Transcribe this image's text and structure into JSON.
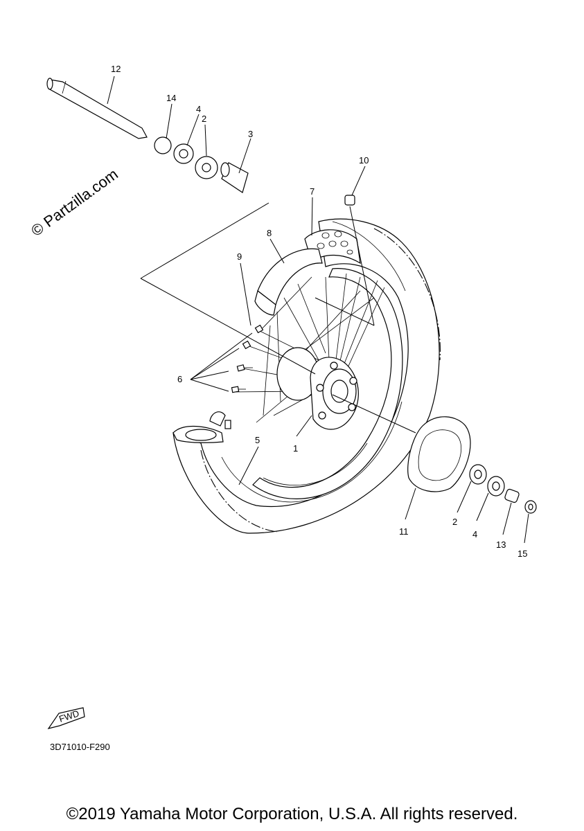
{
  "watermark": "© Partzilla.com",
  "diagram_code": "3D71010-F290",
  "fwd_label": "FWD",
  "copyright": "©2019 Yamaha Motor Corporation, U.S.A. All rights reserved.",
  "callouts": {
    "c1": "1",
    "c2a": "2",
    "c2b": "2",
    "c3": "3",
    "c4a": "4",
    "c4b": "4",
    "c5": "5",
    "c6": "6",
    "c7": "7",
    "c8": "8",
    "c9": "9",
    "c10": "10",
    "c11": "11",
    "c12": "12",
    "c13": "13",
    "c14": "14",
    "c15": "15"
  }
}
